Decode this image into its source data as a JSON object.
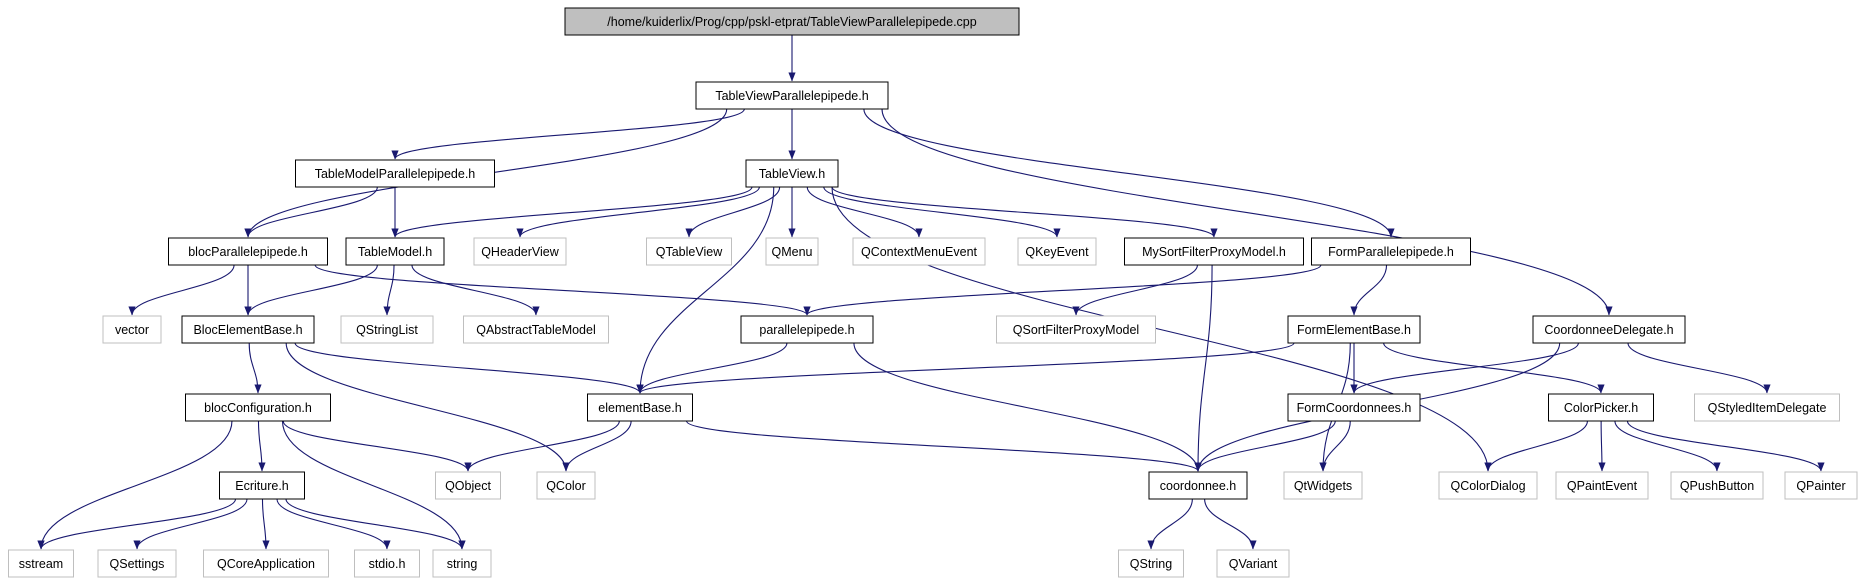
{
  "diagram": {
    "title": "",
    "node_types": {
      "root": {
        "fill": "#bfbfbf",
        "border": "#000000"
      },
      "proj": {
        "fill": "#ffffff",
        "border": "#000000"
      },
      "sys": {
        "fill": "#ffffff",
        "border": "#bfbfbf"
      }
    },
    "edge_color": "#191970",
    "nodes": [
      {
        "id": "cpp",
        "label": "/home/kuiderlix/Prog/cpp/pskl-etprat/TableViewParallelepipede.cpp",
        "type": "root"
      },
      {
        "id": "tvp",
        "label": "TableViewParallelepipede.h",
        "type": "proj"
      },
      {
        "id": "tmp",
        "label": "TableModelParallelepipede.h",
        "type": "proj"
      },
      {
        "id": "tv",
        "label": "TableView.h",
        "type": "proj"
      },
      {
        "id": "bp",
        "label": "blocParallelepipede.h",
        "type": "proj"
      },
      {
        "id": "tm",
        "label": "TableModel.h",
        "type": "proj"
      },
      {
        "id": "qhv",
        "label": "QHeaderView",
        "type": "sys"
      },
      {
        "id": "qtv",
        "label": "QTableView",
        "type": "sys"
      },
      {
        "id": "qmenu",
        "label": "QMenu",
        "type": "sys"
      },
      {
        "id": "qcme",
        "label": "QContextMenuEvent",
        "type": "sys"
      },
      {
        "id": "qke",
        "label": "QKeyEvent",
        "type": "sys"
      },
      {
        "id": "msfpm",
        "label": "MySortFilterProxyModel.h",
        "type": "proj"
      },
      {
        "id": "fp",
        "label": "FormParallelepipede.h",
        "type": "proj"
      },
      {
        "id": "vector",
        "label": "vector",
        "type": "sys"
      },
      {
        "id": "beb",
        "label": "BlocElementBase.h",
        "type": "proj"
      },
      {
        "id": "qsl",
        "label": "QStringList",
        "type": "sys"
      },
      {
        "id": "qatm",
        "label": "QAbstractTableModel",
        "type": "sys"
      },
      {
        "id": "para",
        "label": "parallelepipede.h",
        "type": "proj"
      },
      {
        "id": "qsfpm",
        "label": "QSortFilterProxyModel",
        "type": "sys"
      },
      {
        "id": "feb",
        "label": "FormElementBase.h",
        "type": "proj"
      },
      {
        "id": "cd",
        "label": "CoordonneeDelegate.h",
        "type": "proj"
      },
      {
        "id": "bc",
        "label": "blocConfiguration.h",
        "type": "proj"
      },
      {
        "id": "eb",
        "label": "elementBase.h",
        "type": "proj"
      },
      {
        "id": "fc",
        "label": "FormCoordonnees.h",
        "type": "proj"
      },
      {
        "id": "cp",
        "label": "ColorPicker.h",
        "type": "proj"
      },
      {
        "id": "qsid",
        "label": "QStyledItemDelegate",
        "type": "sys"
      },
      {
        "id": "ecr",
        "label": "Ecriture.h",
        "type": "proj"
      },
      {
        "id": "qobj",
        "label": "QObject",
        "type": "sys"
      },
      {
        "id": "qcolor",
        "label": "QColor",
        "type": "sys"
      },
      {
        "id": "coord",
        "label": "coordonnee.h",
        "type": "proj"
      },
      {
        "id": "qtw",
        "label": "QtWidgets",
        "type": "sys"
      },
      {
        "id": "qcd",
        "label": "QColorDialog",
        "type": "sys"
      },
      {
        "id": "qpe",
        "label": "QPaintEvent",
        "type": "sys"
      },
      {
        "id": "qpb",
        "label": "QPushButton",
        "type": "sys"
      },
      {
        "id": "qpainter",
        "label": "QPainter",
        "type": "sys"
      },
      {
        "id": "sstream",
        "label": "sstream",
        "type": "sys"
      },
      {
        "id": "qsettings",
        "label": "QSettings",
        "type": "sys"
      },
      {
        "id": "qca",
        "label": "QCoreApplication",
        "type": "sys"
      },
      {
        "id": "stdio",
        "label": "stdio.h",
        "type": "sys"
      },
      {
        "id": "string",
        "label": "string",
        "type": "sys"
      },
      {
        "id": "qstring",
        "label": "QString",
        "type": "sys"
      },
      {
        "id": "qvariant",
        "label": "QVariant",
        "type": "sys"
      }
    ],
    "edges": [
      [
        "cpp",
        "tvp"
      ],
      [
        "tvp",
        "bp"
      ],
      [
        "tvp",
        "tmp"
      ],
      [
        "tvp",
        "tv"
      ],
      [
        "tvp",
        "fp"
      ],
      [
        "tvp",
        "cd"
      ],
      [
        "tmp",
        "bp"
      ],
      [
        "tmp",
        "tm"
      ],
      [
        "tv",
        "tm"
      ],
      [
        "tv",
        "qhv"
      ],
      [
        "tv",
        "eb"
      ],
      [
        "tv",
        "qtv"
      ],
      [
        "tv",
        "qmenu"
      ],
      [
        "tv",
        "qcme"
      ],
      [
        "tv",
        "qke"
      ],
      [
        "tv",
        "msfpm"
      ],
      [
        "tv",
        "qcd"
      ],
      [
        "bp",
        "vector"
      ],
      [
        "bp",
        "beb"
      ],
      [
        "bp",
        "para"
      ],
      [
        "tm",
        "beb"
      ],
      [
        "tm",
        "qsl"
      ],
      [
        "tm",
        "qatm"
      ],
      [
        "msfpm",
        "qsfpm"
      ],
      [
        "msfpm",
        "coord"
      ],
      [
        "fp",
        "para"
      ],
      [
        "fp",
        "feb"
      ],
      [
        "beb",
        "bc"
      ],
      [
        "beb",
        "eb"
      ],
      [
        "beb",
        "qcolor"
      ],
      [
        "para",
        "eb"
      ],
      [
        "para",
        "coord"
      ],
      [
        "feb",
        "eb"
      ],
      [
        "feb",
        "fc"
      ],
      [
        "feb",
        "qtw"
      ],
      [
        "feb",
        "cp"
      ],
      [
        "cd",
        "fc"
      ],
      [
        "cd",
        "coord"
      ],
      [
        "cd",
        "qsid"
      ],
      [
        "bc",
        "ecr"
      ],
      [
        "bc",
        "qobj"
      ],
      [
        "bc",
        "sstream"
      ],
      [
        "bc",
        "string"
      ],
      [
        "eb",
        "qobj"
      ],
      [
        "eb",
        "qcolor"
      ],
      [
        "eb",
        "coord"
      ],
      [
        "fc",
        "coord"
      ],
      [
        "fc",
        "qtw"
      ],
      [
        "cp",
        "qcd"
      ],
      [
        "cp",
        "qpe"
      ],
      [
        "cp",
        "qpb"
      ],
      [
        "cp",
        "qpainter"
      ],
      [
        "ecr",
        "sstream"
      ],
      [
        "ecr",
        "qsettings"
      ],
      [
        "ecr",
        "qca"
      ],
      [
        "ecr",
        "stdio"
      ],
      [
        "ecr",
        "string"
      ],
      [
        "coord",
        "qstring"
      ],
      [
        "coord",
        "qvariant"
      ]
    ]
  }
}
